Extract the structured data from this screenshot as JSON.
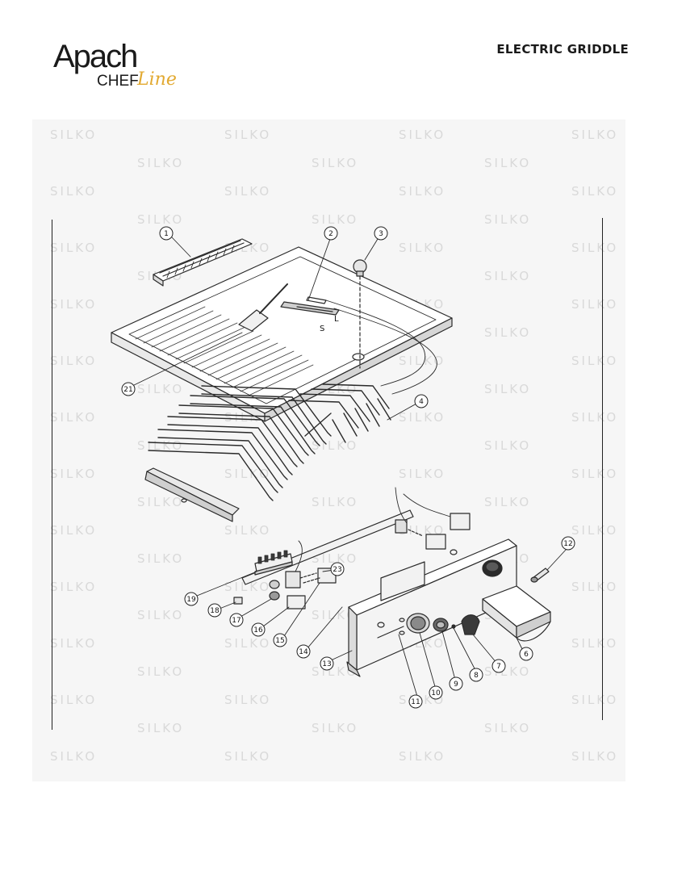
{
  "header": {
    "brand_main": "Apach",
    "brand_chef": "CHEF",
    "brand_line": "Line",
    "title": "ELECTRIC GRIDDLE"
  },
  "watermark": {
    "text": "SILKO"
  },
  "diagram": {
    "side_labels": {
      "s": "S",
      "l": "L"
    },
    "callouts": [
      {
        "label": "1"
      },
      {
        "label": "2"
      },
      {
        "label": "3"
      },
      {
        "label": "4"
      },
      {
        "label": "6"
      },
      {
        "label": "7"
      },
      {
        "label": "8"
      },
      {
        "label": "9"
      },
      {
        "label": "10"
      },
      {
        "label": "11"
      },
      {
        "label": "12"
      },
      {
        "label": "13"
      },
      {
        "label": "14"
      },
      {
        "label": "15"
      },
      {
        "label": "16"
      },
      {
        "label": "17"
      },
      {
        "label": "18"
      },
      {
        "label": "19"
      },
      {
        "label": "21"
      },
      {
        "label": "23"
      }
    ]
  },
  "colors": {
    "accent": "#e2a930",
    "ink": "#1a1a1a",
    "watermark": "#d9d9d9"
  }
}
